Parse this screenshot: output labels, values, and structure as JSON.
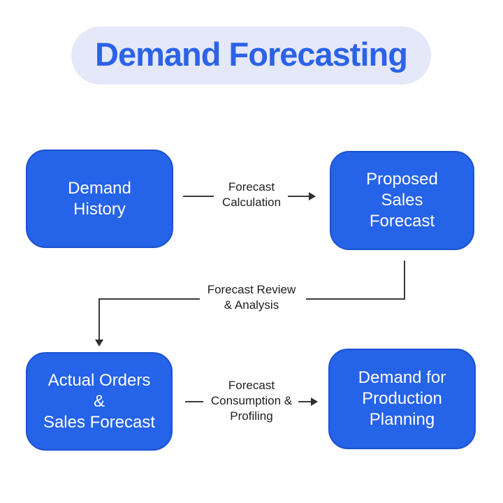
{
  "title": "Demand Forecasting",
  "nodes": [
    {
      "id": "demand-history",
      "lines": [
        "Demand",
        "History"
      ]
    },
    {
      "id": "proposed-sales-forecast",
      "lines": [
        "Proposed",
        "Sales",
        "Forecast"
      ]
    },
    {
      "id": "actual-orders-sales-forecast",
      "lines": [
        "Actual Orders",
        "&",
        "Sales Forecast"
      ]
    },
    {
      "id": "demand-for-production-planning",
      "lines": [
        "Demand for",
        "Production",
        "Planning"
      ]
    }
  ],
  "edges": [
    {
      "from": "demand-history",
      "to": "proposed-sales-forecast",
      "label_lines": [
        "Forecast",
        "Calculation"
      ]
    },
    {
      "from": "proposed-sales-forecast",
      "to": "actual-orders-sales-forecast",
      "label_lines": [
        "Forecast Review",
        "& Analysis"
      ]
    },
    {
      "from": "actual-orders-sales-forecast",
      "to": "demand-for-production-planning",
      "label_lines": [
        "Forecast",
        "Consumption &",
        "Profiling"
      ]
    }
  ],
  "colors": {
    "background": "#FFFFFF",
    "node_fill": "#2563E8",
    "node_border": "#1C52CF",
    "node_text": "#FFFFFF",
    "title_text": "#2B62E8",
    "title_pill_bg": "#E4E8F9",
    "connector_line": "#3B3B3B",
    "edge_label_text": "#1E1E1E"
  }
}
